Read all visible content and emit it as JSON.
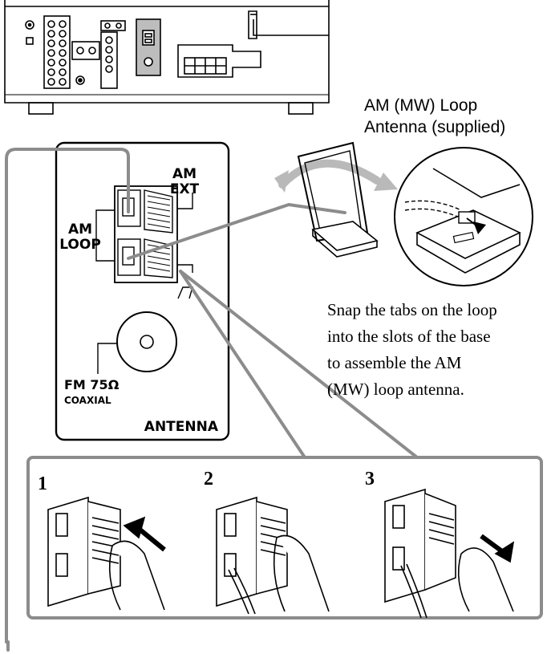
{
  "labels": {
    "am_mw_loop_line1": "AM (MW) Loop",
    "am_mw_loop_line2": "Antenna (supplied)",
    "am_ext_line1": "AM",
    "am_ext_line2": "EXT",
    "am_loop_line1": "AM",
    "am_loop_line2": "LOOP",
    "fm_line1": "FM 75Ω",
    "fm_line2": "COAXIAL",
    "antenna": "ANTENNA"
  },
  "caption": [
    "Snap the tabs on the loop",
    "into the slots of the base",
    "to assemble the AM",
    "(MW) loop antenna."
  ],
  "steps": [
    {
      "number": "1"
    },
    {
      "number": "2"
    },
    {
      "number": "3"
    }
  ],
  "colors": {
    "line": "#000000",
    "wire": "#8c8c8c",
    "gray_fill": "#9a9a9a"
  }
}
